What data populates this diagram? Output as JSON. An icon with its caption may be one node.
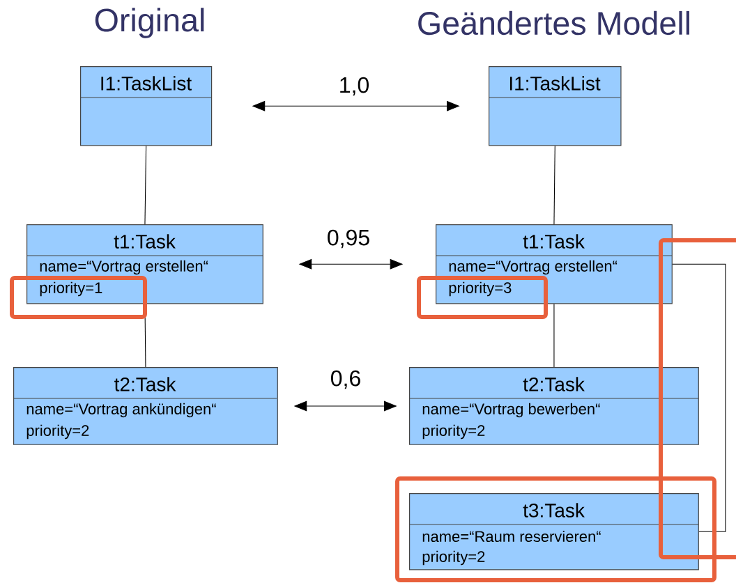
{
  "diagram": {
    "nodes": [
      {
        "text": [
          "I1:TaskList"
        ]
      },
      {
        "text": [
          "I1:TaskList"
        ]
      },
      {
        "text": [
          "t1:Task",
          "name=“Vortrag erstellen“",
          "priority=1"
        ]
      },
      {
        "text": [
          "t1:Task",
          "name=“Vortrag erstellen“",
          "priority=3"
        ]
      },
      {
        "text": [
          "t2:Task",
          "name=“Vortrag ankündigen“",
          "priority=2"
        ]
      },
      {
        "text": [
          "t2:Task",
          "name=“Vortrag bewerben“",
          "priority=2"
        ]
      },
      {
        "text": [
          "t3:Task",
          "name=“Raum reservieren“",
          "priority=2"
        ]
      }
    ],
    "edges": [
      {
        "from": 0,
        "to": 1,
        "arrow": "both",
        "label": "1,0"
      },
      {
        "from": 2,
        "to": 3,
        "arrow": "both",
        "label": "0,95"
      },
      {
        "from": 4,
        "to": 5,
        "arrow": "both",
        "label": "0,6"
      },
      {
        "from": 0,
        "to": 2,
        "arrow": "none"
      },
      {
        "from": 2,
        "to": 4,
        "arrow": "none"
      },
      {
        "from": 1,
        "to": 3,
        "arrow": "none"
      },
      {
        "from": 3,
        "to": 5,
        "arrow": "none"
      },
      {
        "from": 3,
        "to": 6,
        "arrow": "none"
      }
    ],
    "labels": [
      "Original",
      "Geändertes Modell"
    ]
  }
}
